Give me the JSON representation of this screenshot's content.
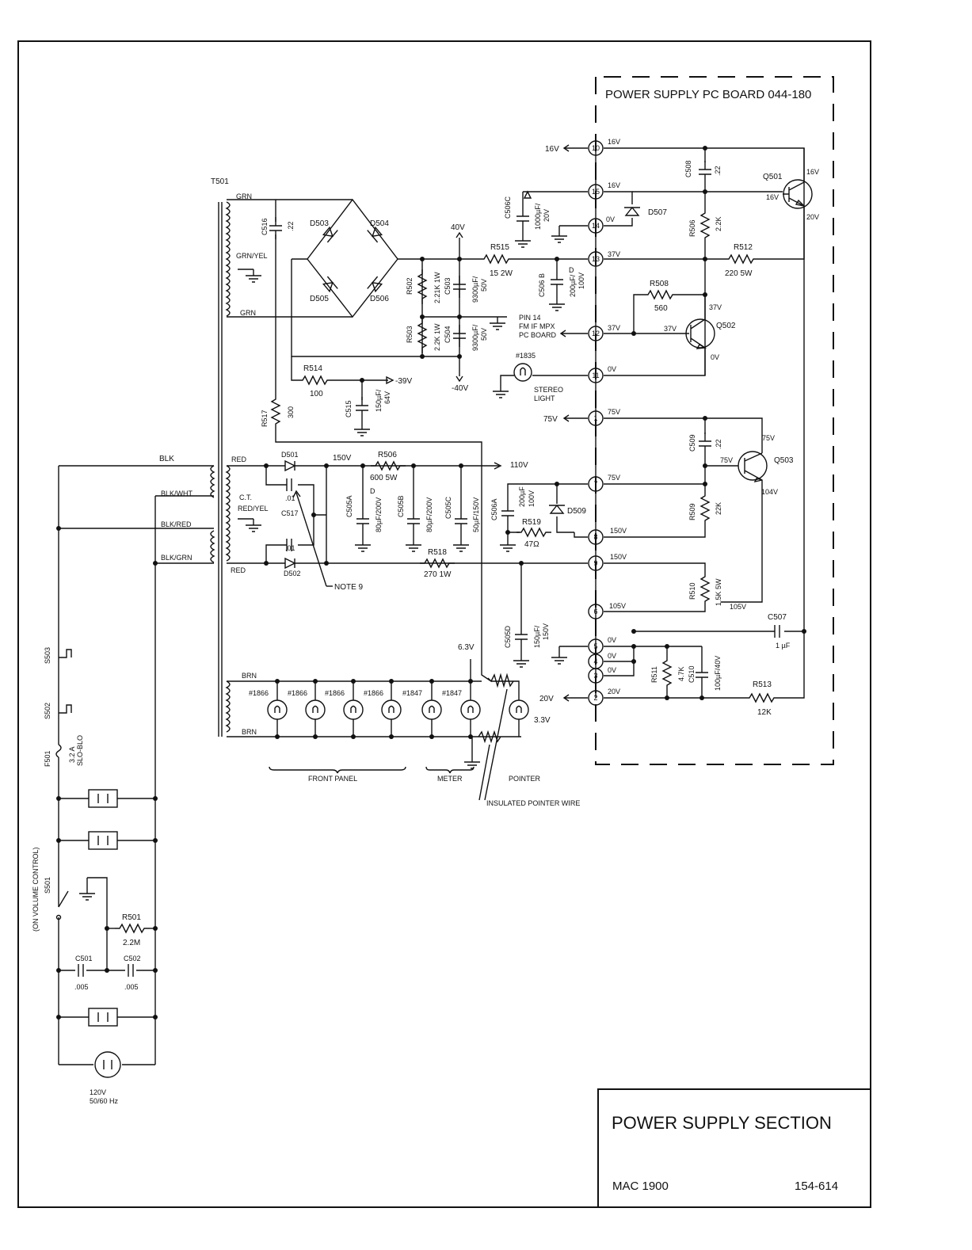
{
  "board_title": "POWER SUPPLY PC BOARD 044-180",
  "title_block": {
    "section": "POWER SUPPLY SECTION",
    "model": "MAC 1900",
    "drawing_no": "154-614"
  },
  "transformer": {
    "ref": "T501",
    "primary_leads": [
      "BLK",
      "BLK/WHT",
      "BLK/RED",
      "BLK/GRN"
    ],
    "secondary_leads": [
      "GRN",
      "GRN/YEL",
      "GRN",
      "RED",
      "C.T.",
      "RED/YEL",
      "RED",
      "BRN",
      "BRN"
    ]
  },
  "pins": [
    {
      "num": "10",
      "label": "16V",
      "ext": "16V"
    },
    {
      "num": "15",
      "label": "16V",
      "ext": ""
    },
    {
      "num": "14",
      "label": "0V",
      "ext": ""
    },
    {
      "num": "13",
      "label": "37V",
      "ext": ""
    },
    {
      "num": "12",
      "label": "37V",
      "ext": ""
    },
    {
      "num": "11",
      "label": "0V",
      "ext": ""
    },
    {
      "num": "1",
      "label": "75V",
      "ext": "75V"
    },
    {
      "num": "7",
      "label": "75V",
      "ext": ""
    },
    {
      "num": "8",
      "label": "150V",
      "ext": ""
    },
    {
      "num": "9",
      "label": "150V",
      "ext": ""
    },
    {
      "num": "6",
      "label": "105V",
      "ext": ""
    },
    {
      "num": "5",
      "label": "0V",
      "ext": ""
    },
    {
      "num": "4",
      "label": "0V",
      "ext": ""
    },
    {
      "num": "3",
      "label": "0V",
      "ext": ""
    },
    {
      "num": "2",
      "label": "20V",
      "ext": "20V"
    }
  ],
  "components": {
    "c516": [
      "C516",
      ".22"
    ],
    "d503": "D503",
    "d504": "D504",
    "d505": "D505",
    "d506": "D506",
    "r502": [
      "R502",
      "2.21K 1W"
    ],
    "r503": [
      "R503",
      "2.2K 1W"
    ],
    "c503": [
      "C503",
      "9300µF/",
      "50V"
    ],
    "c504": [
      "C504",
      "9300µF/",
      "50V"
    ],
    "r514": [
      "R514",
      "100"
    ],
    "c515": [
      "C515",
      "150µF/",
      "64V"
    ],
    "r517": [
      "R517",
      "300"
    ],
    "r515": [
      "R515",
      "15 2W"
    ],
    "c506b": [
      "C506 B",
      "200µF/",
      "100V",
      "D"
    ],
    "c506c": [
      "C506C",
      "1000µF/",
      "20V"
    ],
    "d507": "D507",
    "c508": [
      "C508",
      ".22"
    ],
    "r506a": [
      "R506",
      "2.2K"
    ],
    "q501": [
      "Q501",
      "16V",
      "16V",
      "20V"
    ],
    "r512": [
      "R512",
      "220 5W"
    ],
    "r508": [
      "R508",
      "560"
    ],
    "q502": [
      "Q502",
      "37V",
      "37V",
      "0V"
    ],
    "lamp1835": [
      "#1835",
      "STEREO",
      "LIGHT"
    ],
    "pin14note": [
      "PIN 14",
      "FM IF MPX",
      "PC BOARD"
    ],
    "c509": [
      "C509",
      ".22"
    ],
    "q503": [
      "Q503",
      "75V",
      "75V",
      "104V"
    ],
    "r509": [
      "R509",
      "22K"
    ],
    "r510": [
      "R510",
      "1.5K 5W",
      "105V"
    ],
    "c507": [
      "C507",
      "1 µF"
    ],
    "r511": [
      "R511",
      "4.7K"
    ],
    "c510": [
      "C510",
      "100µF/40V"
    ],
    "r513": [
      "R513",
      "12K"
    ],
    "d501": "D501",
    "d502": "D502",
    "c517": [
      "C517",
      ".01",
      ".01"
    ],
    "r506b": [
      "R506",
      "600 5W"
    ],
    "c505a": [
      "C505A",
      "80µF/200V",
      "D"
    ],
    "c505b": [
      "C505B",
      "80µF/200V"
    ],
    "c505c": [
      "C505C",
      "50µF/150V"
    ],
    "c506a": [
      "C506A",
      "200µF",
      "100V"
    ],
    "d509": "D509",
    "r519": [
      "R519",
      "47Ω"
    ],
    "r518": [
      "R518",
      "270 1W"
    ],
    "c505d": [
      "C505D",
      "150µF/",
      "150V"
    ],
    "note9": "NOTE 9",
    "lamps": [
      "#1866",
      "#1866",
      "#1866",
      "#1866",
      "#1847",
      "#1847"
    ],
    "lamp_v": "3.3V",
    "v63": "6.3V",
    "groups": [
      "FRONT PANEL",
      "METER",
      "POINTER"
    ],
    "pointer_wire": "INSULATED POINTER WIRE",
    "s503": "S503",
    "s502": "S502",
    "f501": [
      "F501",
      "3.2 A",
      "SLO-BLO"
    ],
    "s501": [
      "S501",
      "(ON VOLUME CONTROL)"
    ],
    "r501": [
      "R501",
      "2.2M"
    ],
    "c501": [
      "C501",
      ".005"
    ],
    "c502": [
      "C502",
      ".005"
    ],
    "mains": [
      "120V",
      "50/60 Hz"
    ]
  },
  "voltages": {
    "v40": "40V",
    "vm40": "-40V",
    "vm39": "-39V",
    "v150": "150V",
    "v110": "110V"
  }
}
